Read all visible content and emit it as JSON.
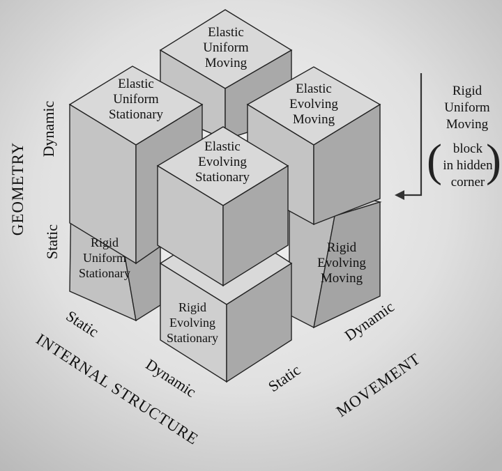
{
  "axes": {
    "geometry": {
      "title": "GEOMETRY",
      "static": "Static",
      "dynamic": "Dynamic"
    },
    "internal_structure": {
      "title": "INTERNAL STRUCTURE",
      "static": "Static",
      "dynamic": "Dynamic"
    },
    "movement": {
      "title": "MOVEMENT",
      "static": "Static",
      "dynamic": "Dynamic"
    }
  },
  "blocks": {
    "elastic_uniform_moving": [
      "Elastic",
      "Uniform",
      "Moving"
    ],
    "elastic_uniform_stationary": [
      "Elastic",
      "Uniform",
      "Stationary"
    ],
    "elastic_evolving_moving": [
      "Elastic",
      "Evolving",
      "Moving"
    ],
    "elastic_evolving_stationary": [
      "Elastic",
      "Evolving",
      "Stationary"
    ],
    "rigid_uniform_stationary": [
      "Rigid",
      "Uniform",
      "Stationary"
    ],
    "rigid_evolving_moving": [
      "Rigid",
      "Evolving",
      "Moving"
    ],
    "rigid_evolving_stationary": [
      "Rigid",
      "Evolving",
      "Stationary"
    ]
  },
  "hidden_note": {
    "lines": [
      "Rigid",
      "Uniform",
      "Moving"
    ],
    "paren_lines": [
      "block",
      "in hidden",
      "corner"
    ]
  },
  "colors": {
    "background_light": "#f2f2f2",
    "background_dark": "#bdbdbd",
    "cube_top": "#d9d9d9",
    "cube_left": "#c4c4c4",
    "cube_right": "#a9a9a9",
    "edge": "#222222"
  }
}
